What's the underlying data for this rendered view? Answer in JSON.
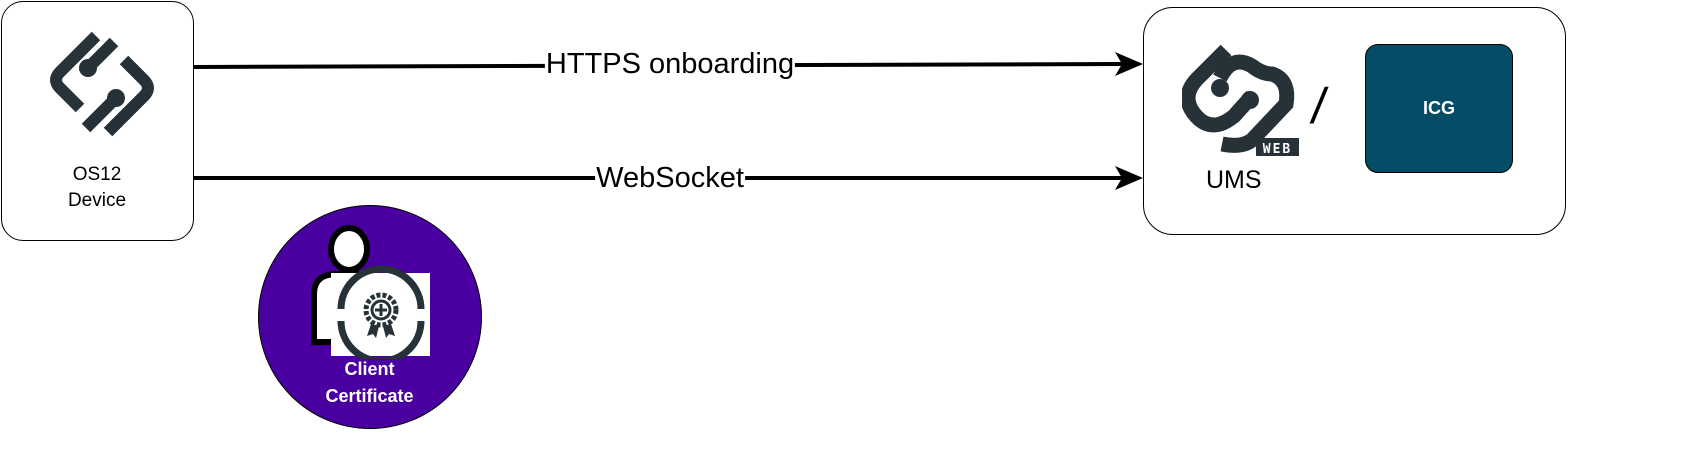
{
  "device": {
    "line1": "OS12",
    "line2": "Device",
    "icon": "os12-logo-icon"
  },
  "connections": [
    {
      "label": "HTTPS onboarding",
      "from": "device",
      "to": "ums"
    },
    {
      "label": "WebSocket",
      "from": "device",
      "to": "ums"
    }
  ],
  "ums": {
    "label": "UMS",
    "logo_tag": "WEB",
    "separator": "/",
    "alt": {
      "label": "ICG",
      "color": "#054d66"
    }
  },
  "certificate": {
    "line1": "Client",
    "line2": "Certificate",
    "color": "#4a00a0"
  }
}
